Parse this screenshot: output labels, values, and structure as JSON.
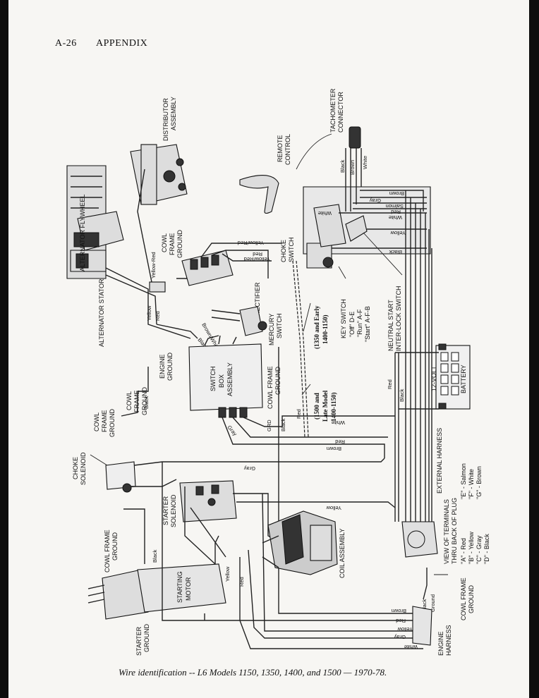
{
  "header": {
    "page_id": "A-26",
    "section": "APPENDIX"
  },
  "caption": "Wire identification -- L6 Models 1150, 1350, 1400, and 1500 — 1970-78.",
  "labels": {
    "alternator_flywheel": "ALTERNATOR FLYWHEEL",
    "alternator_stator": "ALTERNATOR STATOR",
    "distributor_assembly": [
      "DISTRIBUTOR",
      "ASSEMBLY"
    ],
    "tachometer_connector": [
      "TACHOMETER",
      "CONNECTOR"
    ],
    "remote_control": [
      "REMOTE",
      "CONTROL"
    ],
    "cowl_frame_ground_top": [
      "COWL",
      "FRAME",
      "GROUND"
    ],
    "rectifier": "RECTIFIER",
    "choke_switch": [
      "CHOKE",
      "SWITCH"
    ],
    "mercury_switch": [
      "MERCURY",
      "SWITCH"
    ],
    "early_models": [
      "(1350 and Early",
      "1400-1150)"
    ],
    "late_models": [
      "(1500 and",
      "Late Model",
      "1400-1150)"
    ],
    "key_switch": [
      "KEY SWITCH",
      "\"Off\" D-E",
      "\"Run\" A-F",
      "\"Start\" A-F-B"
    ],
    "neutral_start": [
      "NEUTRAL START",
      "INTER-LOCK SWITCH"
    ],
    "engine_ground": [
      "ENGINE",
      "GROUND"
    ],
    "switch_box_assembly": [
      "SWITCH",
      "BOX",
      "ASSEMBLY"
    ],
    "cowl_frame_ground_mid": [
      "COWL FRAME",
      "GROUND"
    ],
    "cowl_frame_ground_left1": [
      "COWL",
      "FRAME",
      "GROUND"
    ],
    "cowl_frame_ground_left2": [
      "COWL",
      "FRAME",
      "GROUND"
    ],
    "choke_solenoid": [
      "CHOKE",
      "SOLENOID"
    ],
    "starter_solenoid": [
      "STARTER",
      "SOLENOID"
    ],
    "cowl_frame_ground_bottom": [
      "COWL FRAME",
      "GROUND"
    ],
    "starting_motor": [
      "STARTING",
      "MOTOR"
    ],
    "starter_ground": [
      "STARTER",
      "GROUND"
    ],
    "coil_assembly": "COIL ASSEMBLY",
    "battery": [
      "12-VOLT",
      "BATTERY"
    ],
    "external_harness": "EXTERNAL HARNESS",
    "terminals": [
      "VIEW OF TERMINALS",
      "THRU BACK OF PLUG",
      "\"A\" - Red",
      "\"B\" - Yellow",
      "\"C\" - Gray",
      "\"D\" - Black",
      "\"E\" - Salmon",
      "\"F\" - White",
      "\"G\" - Brown"
    ],
    "cowl_frame_ground_right": [
      "COWL FRAME",
      "GROUND"
    ],
    "engine_harness": [
      "ENGINE",
      "HARNESS"
    ],
    "grd": "GRD",
    "ground": "Ground"
  },
  "wire_colors": {
    "black": "Black",
    "brown": "Brown",
    "white": "White",
    "gray": "Gray",
    "salmon": "Salmon",
    "red": "Red",
    "yellow": "Yellow",
    "yellow_red": "Yellow-Red",
    "yellow_red_slash": "Yellow/Red",
    "brown_white": "Brown/White"
  }
}
